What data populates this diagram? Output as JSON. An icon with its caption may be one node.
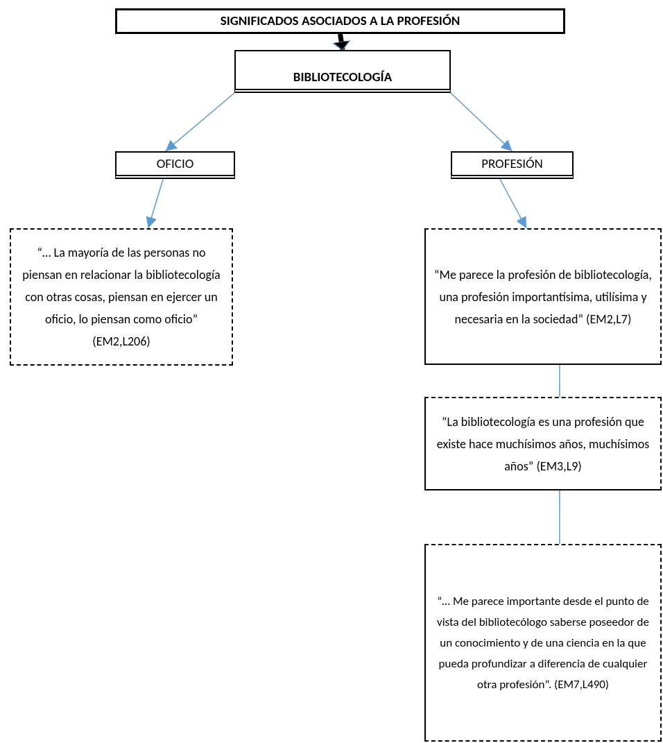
{
  "diagram": {
    "nodes": [
      {
        "text": [
          "SIGNIFICADOS ASOCIADOS A LA PROFESIÓN"
        ]
      },
      {
        "text": [
          "BIBLIOTECOLOGÍA"
        ]
      },
      {
        "text": [
          "OFICIO"
        ]
      },
      {
        "text": [
          "PROFESIÓN"
        ]
      },
      {
        "text": [
          "“… La mayoría de las personas no piensan en relacionar la bibliotecología con otras cosas, piensan en ejercer un oficio, lo piensan como oficio”  (EM2,L206)"
        ]
      },
      {
        "text": [
          "“Me parece la profesión de bibliotecología, una profesión importantísima, utilísima y necesaria en la sociedad” (EM2,L7)"
        ]
      },
      {
        "text": [
          "“La bibliotecología es una profesión que existe hace muchísimos años, muchísimos años” (EM3,L9)"
        ]
      },
      {
        "text": [
          "“… Me parece importante desde el punto de vista del bibliotecólogo saberse poseedor de un conocimiento y de una ciencia en la que pueda profundizar a diferencia de cualquier otra profesión”. (EM7,L490)"
        ]
      }
    ],
    "edges": [
      {
        "from": 0,
        "to": 1,
        "arrow": "to",
        "style": "thick",
        "color": "#000000"
      },
      {
        "from": 1,
        "to": 2,
        "arrow": "to"
      },
      {
        "from": 1,
        "to": 3,
        "arrow": "to"
      },
      {
        "from": 2,
        "to": 4,
        "arrow": "to"
      },
      {
        "from": 3,
        "to": 5,
        "arrow": "to"
      },
      {
        "from": 5,
        "to": 6,
        "arrow": "none"
      },
      {
        "from": 6,
        "to": 7,
        "arrow": "none"
      }
    ]
  }
}
